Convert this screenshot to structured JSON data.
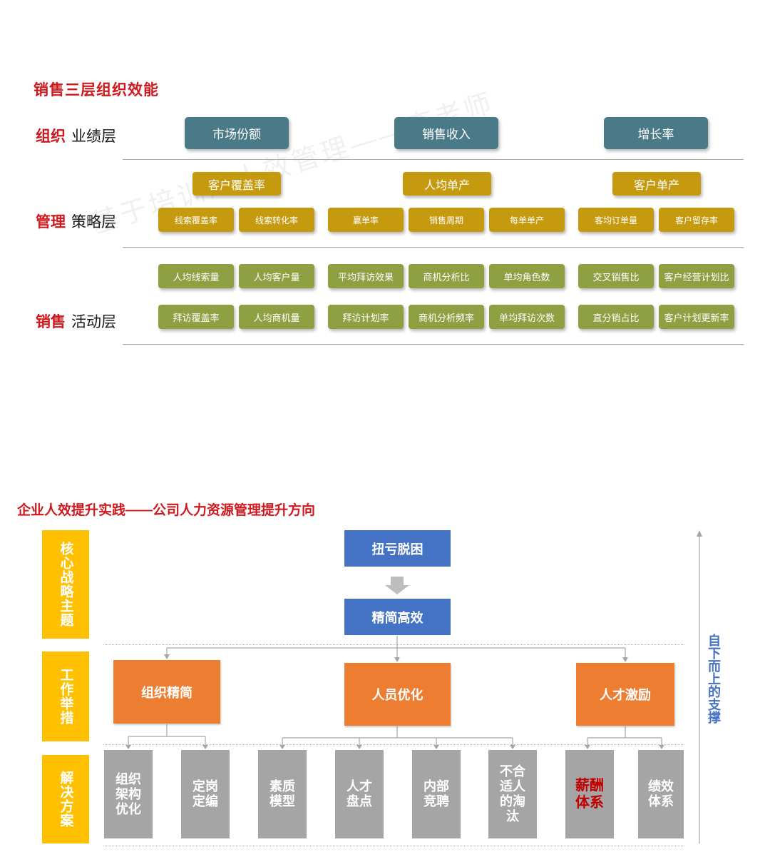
{
  "section1": {
    "title": "销售三层组织效能",
    "watermark": "基于培训的人效管理——李老师",
    "layers": [
      {
        "red": "组织",
        "black": "业绩层"
      },
      {
        "red": "管理",
        "black": "策略层"
      },
      {
        "red": "销售",
        "black": "活动层"
      }
    ],
    "performance": [
      "市场份额",
      "销售收入",
      "增长率"
    ],
    "strategy_top": [
      "客户覆盖率",
      "人均单产",
      "客户单产"
    ],
    "strategy_sub": [
      "线索覆盖率",
      "线索转化率",
      "赢单率",
      "销售周期",
      "每单单产",
      "客均订单量",
      "客户留存率"
    ],
    "activity_row1": [
      "人均线索量",
      "人均客户量",
      "平均拜访效果",
      "商机分析比",
      "单均角色数",
      "交叉销售比",
      "客户经营计划比"
    ],
    "activity_row2": [
      "拜访覆盖率",
      "人均商机量",
      "拜访计划率",
      "商机分析频率",
      "单均拜访次数",
      "直分销占比",
      "客户计划更新率"
    ],
    "colors": {
      "teal": "#4a7a87",
      "gold": "#c69a0f",
      "olive": "#8fa043",
      "red": "#d0191e"
    }
  },
  "section2": {
    "title": "企业人效提升实践——公司人力资源管理提升方向",
    "left_labels": [
      "核心战略主题",
      "工作举措",
      "解决方案"
    ],
    "core": [
      "扭亏脱困",
      "精简高效"
    ],
    "measures": [
      "组织精简",
      "人员优化",
      "人才激励"
    ],
    "solutions": [
      "组织\n架构\n优化",
      "定岗\n定编",
      "素质\n模型",
      "人才\n盘点",
      "内部\n竞聘",
      "不合\n适人\n的淘\n汰",
      "薪酬\n体系",
      "绩效\n体系"
    ],
    "highlighted_solution": "薪酬\n体系",
    "side_text": "自下而上的支撑",
    "colors": {
      "yellow": "#ffc000",
      "blue": "#4472c4",
      "orange": "#ed7d31",
      "gray": "#a5a5a5",
      "highlight": "#c00000"
    }
  }
}
